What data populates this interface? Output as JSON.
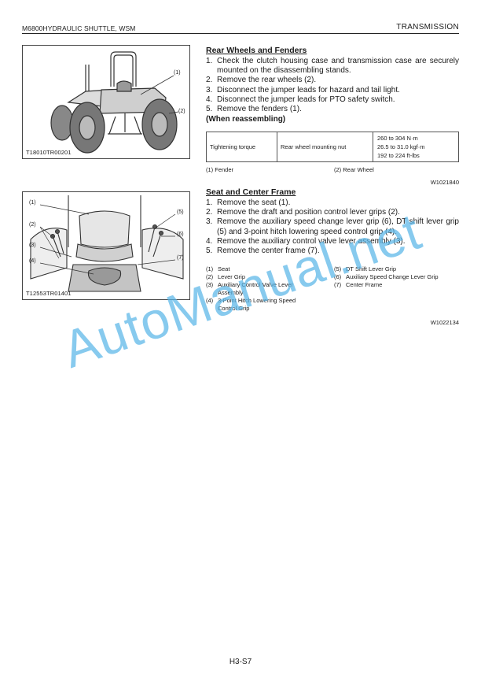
{
  "header": {
    "left": "M6800HYDRAULIC  SHUTTLE, WSM",
    "right": "TRANSMISSION"
  },
  "figure1": {
    "code": "T18010TR00201",
    "callouts": [
      "(1)",
      "(2)"
    ]
  },
  "figure2": {
    "code": "T12553TR01401",
    "callouts": [
      "(1)",
      "(2)",
      "(3)",
      "(4)",
      "(5)",
      "(6)",
      "(7)"
    ]
  },
  "section1": {
    "title": "Rear Wheels and Fenders",
    "steps": [
      {
        "num": "1.",
        "text": "Check the clutch housing case and transmission case are securely mounted on the disassembling stands."
      },
      {
        "num": "2.",
        "text": "Remove the rear wheels (2)."
      },
      {
        "num": "3.",
        "text": "Disconnect the jumper leads for hazard and tail light."
      },
      {
        "num": "4.",
        "text": "Disconnect the jumper leads for PTO safety switch."
      },
      {
        "num": "5.",
        "text": "Remove the fenders (1)."
      }
    ],
    "reassembling": "(When reassembling)",
    "torque": {
      "label": "Tightening torque",
      "item": "Rear wheel mounting nut",
      "values": [
        "260 to 304 N·m",
        "26.5 to 31.0 kgf·m",
        "192 to 224 ft-lbs"
      ]
    },
    "legend": [
      "(1)  Fender",
      "(2)  Rear Wheel"
    ],
    "ref": "W1021840"
  },
  "section2": {
    "title": "Seat and Center Frame",
    "steps": [
      {
        "num": "1.",
        "text": "Remove the seat (1)."
      },
      {
        "num": "2.",
        "text": "Remove the draft and position control lever grips (2)."
      },
      {
        "num": "3.",
        "text": "Remove the auxiliary speed change lever grip (6), DT shift lever grip (5) and 3-point hitch lowering speed control grip (4)."
      },
      {
        "num": "4.",
        "text": "Remove the auxiliary control valve lever assembly (3)."
      },
      {
        "num": "5.",
        "text": "Remove the center frame (7)."
      }
    ],
    "legend_left": [
      {
        "num": "(1)",
        "text": "Seat"
      },
      {
        "num": "(2)",
        "text": "Lever Grip"
      },
      {
        "num": "(3)",
        "text": "Auxiliary Control Valve Lever Assembly"
      },
      {
        "num": "(4)",
        "text": "3-Point Hitch Lowering Speed Control Grip"
      }
    ],
    "legend_right": [
      {
        "num": "(5)",
        "text": "DT Shift Lever Grip"
      },
      {
        "num": "(6)",
        "text": "Auxiliary Speed Change Lever Grip"
      },
      {
        "num": "(7)",
        "text": "Center Frame"
      }
    ],
    "ref": "W1022134"
  },
  "watermark": "AutoManual.net",
  "footer": {
    "page": "H3-S7"
  }
}
